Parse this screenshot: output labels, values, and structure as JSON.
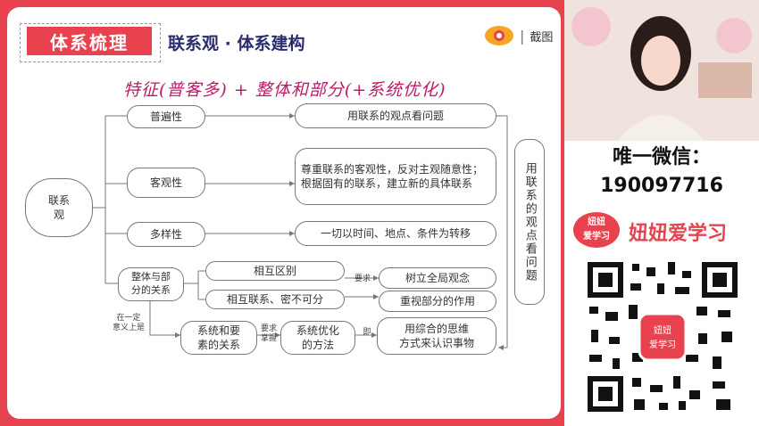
{
  "slide": {
    "title_chip": "体系梳理",
    "subtitle": "联系观 · 体系建构",
    "screenshot_label": "截图",
    "handwriting": "特征(普客多) + 整体和部分(+系统优化)"
  },
  "diagram": {
    "root": "联系\n观",
    "branches": {
      "universality": "普遍性",
      "objectivity": "客观性",
      "diversity": "多样性",
      "whole_part": "整体与部\n分的关系"
    },
    "results": {
      "universality": "用联系的观点看问题",
      "objectivity": "尊重联系的客观性，反对主观随意性；根据固有的联系，建立新的具体联系",
      "diversity": "一切以时间、地点、条件为转移"
    },
    "whole_part": {
      "difference": "相互区别",
      "connection": "相互联系、密不可分",
      "requirement_label": "要求",
      "global_view": "树立全局观念",
      "value_parts": "重视部分的作用"
    },
    "system": {
      "certain_sense": "在一定\n意义上是",
      "system_elements": "系统和要\n素的关系",
      "requirement_master": "要求\n掌握",
      "system_optimization": "系统优化\n的方法",
      "namely": "即",
      "comprehensive": "用综合的思维\n方式来认识事物"
    },
    "side_summary": "用联系的观点看问题"
  },
  "sidebar": {
    "wechat_label": "唯一微信：",
    "wechat_number": "190097716",
    "badge_line1": "妞妞",
    "badge_line2": "爱学习",
    "brand": "妞妞爱学习",
    "qr_badge_line1": "妞妞",
    "qr_badge_line2": "爱学习"
  },
  "colors": {
    "accent": "#e8424f",
    "title_text": "#2b2b6e",
    "handwriting": "#c0186a"
  }
}
